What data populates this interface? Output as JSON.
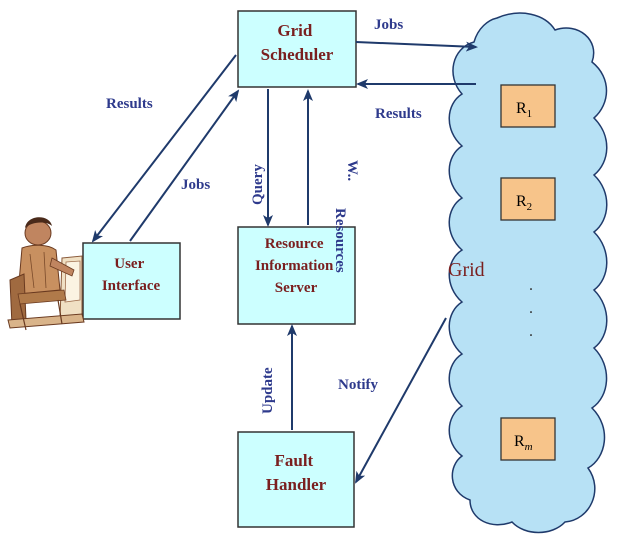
{
  "boxes": {
    "grid_scheduler": [
      "Grid",
      "Scheduler"
    ],
    "user_interface": [
      "User",
      "Interface"
    ],
    "resource_info_server": [
      "Resource",
      "Information",
      "Server"
    ],
    "fault_handler": [
      "Fault",
      "Handler"
    ]
  },
  "labels": {
    "jobs_to_grid": "Jobs",
    "results_from_grid": "Results",
    "results_to_user": "Results",
    "jobs_from_user": "Jobs",
    "query": "Query",
    "resources": "Resources",
    "resources_cut": "W..",
    "update": "Update",
    "notify": "Notify"
  },
  "grid": {
    "label": "Grid",
    "dots": [
      ".",
      ".",
      "."
    ]
  },
  "resources": [
    {
      "base": "R",
      "sub": "1",
      "italic": false
    },
    {
      "base": "R",
      "sub": "2",
      "italic": false
    },
    {
      "base": "R",
      "sub": "m",
      "italic": true
    }
  ],
  "colors": {
    "box_fill": "#ccffff",
    "cloud_fill": "#b7e1f5",
    "resource_fill": "#f7c48a",
    "arrow": "#1f3a6b",
    "box_text": "#7a1f1f",
    "label_text": "#2e3a8c"
  }
}
